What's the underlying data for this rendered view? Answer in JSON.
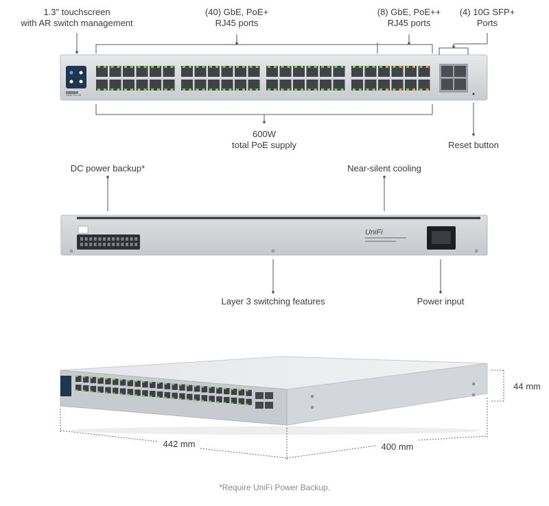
{
  "front_view": {
    "touchscreen": {
      "line1": "1.3\" touchscreen",
      "line2": "with AR switch management"
    },
    "poe_plus": {
      "line1": "(40) GbE, PoE+",
      "line2": "RJ45 ports"
    },
    "poe_plusplus": {
      "line1": "(8) GbE, PoE++",
      "line2": "RJ45 ports"
    },
    "sfp": {
      "line1": "(4) 10G SFP+",
      "line2": "Ports"
    },
    "poe_supply": {
      "line1": "600W",
      "line2": "total PoE supply"
    },
    "reset": {
      "label": "Reset button"
    },
    "device_badge": "USW Pro 48"
  },
  "rear_view": {
    "dc_backup": {
      "label": "DC power backup*"
    },
    "cooling": {
      "label": "Near-silent cooling"
    },
    "layer3": {
      "label": "Layer 3 switching features"
    },
    "power_input": {
      "label": "Power input"
    },
    "brand": "UniFi"
  },
  "dimensions": {
    "height": "44 mm",
    "width": "442 mm",
    "depth": "400 mm"
  },
  "footnote": "*Require UniFi Power Backup.",
  "colors": {
    "chassis": "#d9dbde",
    "port_green": "#7ccb3a",
    "port_orange": "#f0a020",
    "screen": "#1f3550"
  }
}
